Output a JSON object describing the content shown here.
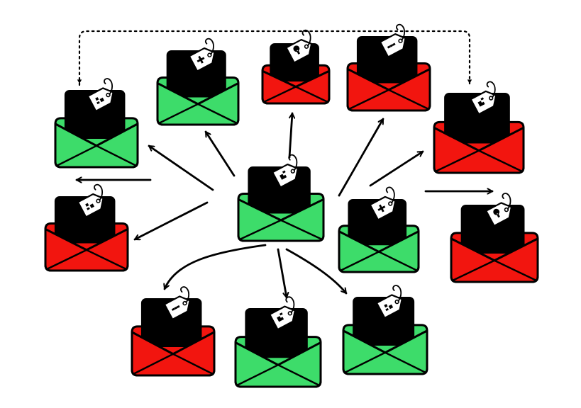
{
  "palette": {
    "green": "#3ddc6a",
    "red": "#f2150f",
    "ink": "#000000",
    "paper": "#ffffff"
  },
  "envelopes": [
    {
      "id": "center",
      "status": "green",
      "icon": "tag-glyph-icon"
    },
    {
      "id": "top-left",
      "status": "green",
      "icon": "tag-glyph-icon"
    },
    {
      "id": "top-mid-left",
      "status": "green",
      "icon": "tag-glyph-icon"
    },
    {
      "id": "top-mid",
      "status": "red",
      "icon": "tag-glyph-icon"
    },
    {
      "id": "top-mid-right",
      "status": "red",
      "icon": "tag-glyph-icon"
    },
    {
      "id": "right-upper",
      "status": "red",
      "icon": "tag-glyph-icon"
    },
    {
      "id": "left-mid",
      "status": "red",
      "icon": "tag-glyph-icon"
    },
    {
      "id": "right-center",
      "status": "green",
      "icon": "tag-glyph-icon"
    },
    {
      "id": "right-lower",
      "status": "red",
      "icon": "tag-glyph-icon"
    },
    {
      "id": "bottom-left",
      "status": "red",
      "icon": "tag-glyph-icon"
    },
    {
      "id": "bottom-center",
      "status": "green",
      "icon": "tag-glyph-icon"
    },
    {
      "id": "bottom-right",
      "status": "green",
      "icon": "tag-glyph-icon"
    }
  ],
  "connections": [
    {
      "from": "center",
      "to": "top-left",
      "style": "solid"
    },
    {
      "from": "center",
      "to": "left-mid",
      "style": "solid"
    },
    {
      "from": "center",
      "to": "top-mid-left",
      "style": "solid"
    },
    {
      "from": "center",
      "to": "top-mid",
      "style": "solid"
    },
    {
      "from": "center",
      "to": "top-mid-right",
      "style": "solid"
    },
    {
      "from": "center",
      "to": "right-upper",
      "style": "solid"
    },
    {
      "from": "center",
      "to": "bottom-left",
      "style": "solid"
    },
    {
      "from": "center",
      "to": "bottom-center",
      "style": "solid"
    },
    {
      "from": "center",
      "to": "bottom-right",
      "style": "solid"
    },
    {
      "from": "right-center",
      "to": "right-lower",
      "style": "solid"
    },
    {
      "from": "top-left",
      "to": "right-upper",
      "style": "dotted"
    }
  ]
}
